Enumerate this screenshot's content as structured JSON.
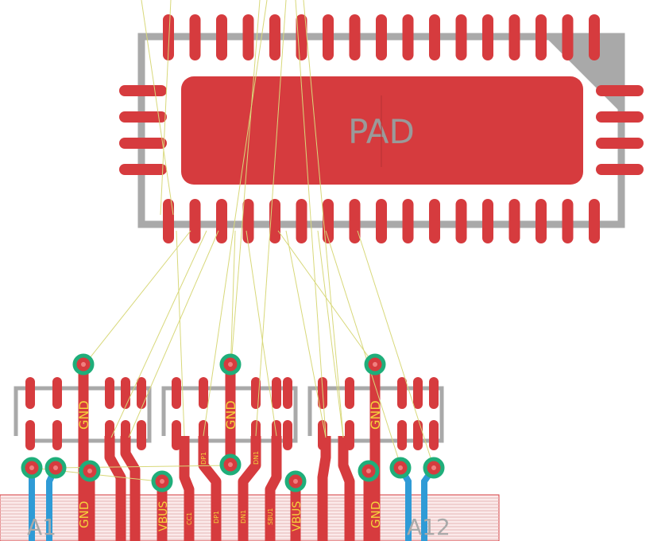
{
  "colors": {
    "background": "#ffffff",
    "silkscreen": "#a9a9a9",
    "copper_top": "#d63b3e",
    "copper_bottom": "#2f9bd6",
    "via_ring": "#1fae7a",
    "ratsnest": "#d8d87a",
    "pin_label": "#f5d23c",
    "pad_text": "#9a9a9a"
  },
  "ic": {
    "pad_label": "PAD",
    "top_pin_count": 17,
    "bottom_pin_count": 17,
    "side_pin_count": 4
  },
  "labels": {
    "gnd": "GND",
    "a1": "A1",
    "a12": "A12",
    "cc1": "CC1",
    "dp1": "DP1",
    "dn1": "DN1",
    "sbu1": "SBU1",
    "vbus": "VBUS",
    "vbus_b": "VBUS"
  }
}
